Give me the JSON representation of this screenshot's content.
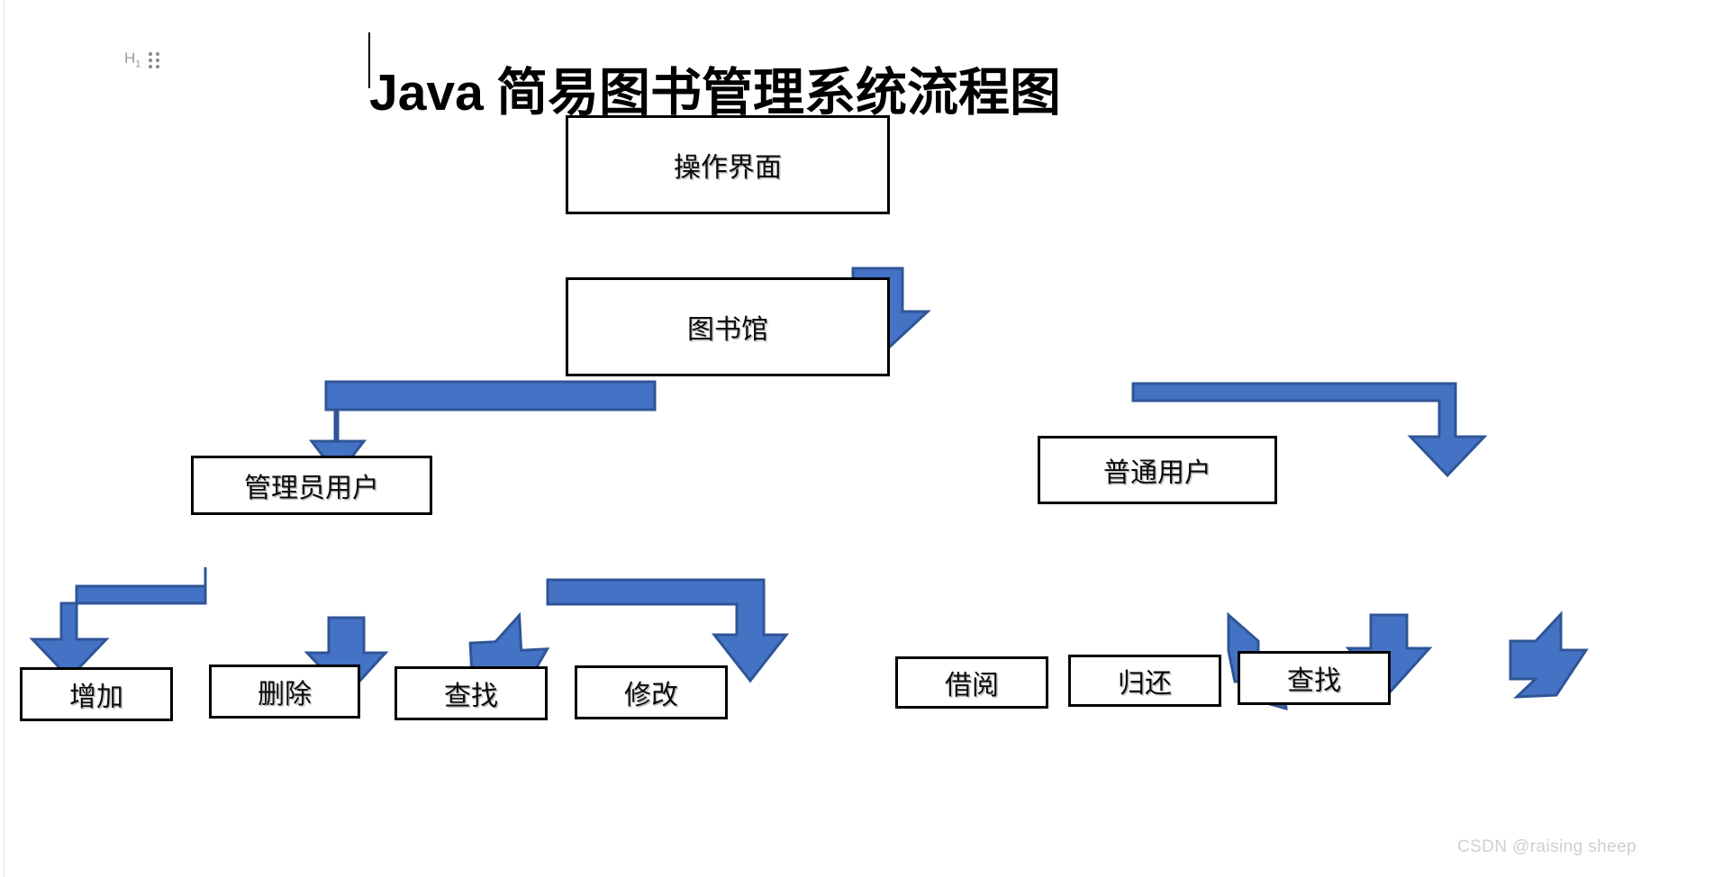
{
  "document": {
    "title_latin": "Java",
    "title_cjk": " 简易图书管理系统流程图",
    "heading_level_label": "H",
    "heading_level_number": "1",
    "watermark": "CSDN @raising sheep"
  },
  "theme": {
    "arrow_fill": "#4472C4",
    "arrow_stroke": "#2F5597",
    "box_border": "#000000",
    "box_fill": "#FFFFFF",
    "text_color": "#0B0B0B",
    "watermark_color": "#D0D0D0",
    "gutter_color": "#9B9B9B"
  },
  "chart_data": {
    "type": "diagram",
    "title": "Java 简易图书管理系统流程图",
    "nodes": [
      {
        "id": "ui",
        "label": "操作界面",
        "level": 0
      },
      {
        "id": "library",
        "label": "图书馆",
        "level": 1
      },
      {
        "id": "admin",
        "label": "管理员用户",
        "level": 2
      },
      {
        "id": "user",
        "label": "普通用户",
        "level": 2
      },
      {
        "id": "add",
        "label": "增加",
        "level": 3
      },
      {
        "id": "del",
        "label": "删除",
        "level": 3
      },
      {
        "id": "find1",
        "label": "查找",
        "level": 3
      },
      {
        "id": "edit",
        "label": "修改",
        "level": 3
      },
      {
        "id": "borrow",
        "label": "借阅",
        "level": 3
      },
      {
        "id": "return",
        "label": "归还",
        "level": 3
      },
      {
        "id": "find2",
        "label": "查找",
        "level": 3
      }
    ],
    "edges": [
      {
        "from": "ui",
        "to": "library",
        "style": "straight-down"
      },
      {
        "from": "library",
        "to": "admin",
        "style": "elbow-left-down"
      },
      {
        "from": "library",
        "to": "user",
        "style": "elbow-right-down"
      },
      {
        "from": "admin",
        "to": "add",
        "style": "elbow-left-down"
      },
      {
        "from": "admin",
        "to": "del",
        "style": "straight-down"
      },
      {
        "from": "admin",
        "to": "find1",
        "style": "diagonal-down-right"
      },
      {
        "from": "admin",
        "to": "edit",
        "style": "elbow-right-down"
      },
      {
        "from": "user",
        "to": "borrow",
        "style": "diagonal-down-left"
      },
      {
        "from": "user",
        "to": "return",
        "style": "straight-down"
      },
      {
        "from": "user",
        "to": "find2",
        "style": "diagonal-down-right"
      }
    ]
  },
  "nodes": {
    "ui": "操作界面",
    "library": "图书馆",
    "admin": "管理员用户",
    "user": "普通用户",
    "add": "增加",
    "del": "删除",
    "find1": "查找",
    "edit": "修改",
    "borrow": "借阅",
    "return": "归还",
    "find2": "查找"
  }
}
